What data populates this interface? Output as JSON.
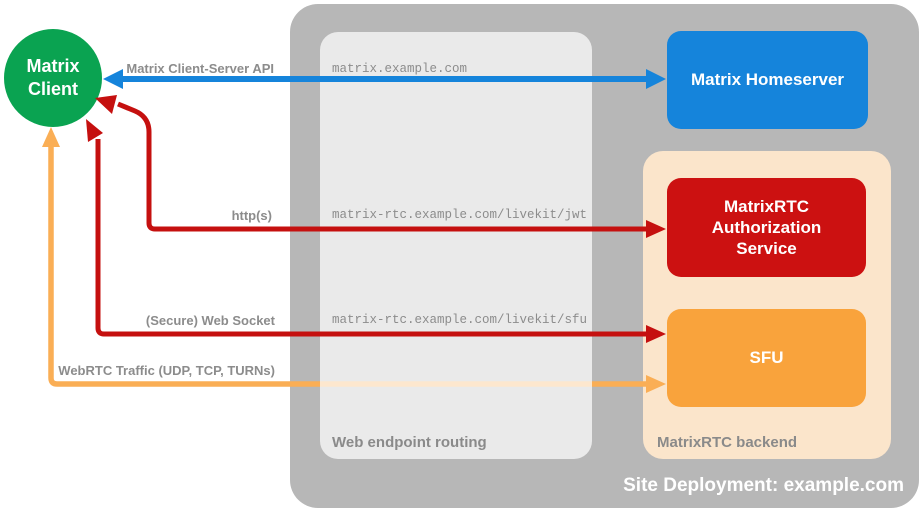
{
  "colors": {
    "green": "#0AA351",
    "blue": "#1584DB",
    "red": "#C5100F",
    "red-box": "#CC1111",
    "orange": "#F9A33C",
    "orange-arrow": "#FAAE55",
    "peach": "#FBE5CB",
    "gray-outer": "#B7B7B7",
    "gray-inner": "#E9E9E9",
    "text-gray": "#8C8C8C",
    "label-gray": "#8A8A8A"
  },
  "client": {
    "label": "Matrix Client"
  },
  "site": {
    "label": "Site Deployment: example.com"
  },
  "homeserver": {
    "label": "Matrix Homeserver"
  },
  "routing": {
    "label": "Web endpoint routing",
    "endpoints": {
      "homeserver": "matrix.example.com",
      "jwt": "matrix-rtc.example.com/livekit/jwt",
      "sfu": "matrix-rtc.example.com/livekit/sfu"
    }
  },
  "backend": {
    "label": "MatrixRTC backend",
    "nodes": {
      "auth": "MatrixRTC Authorization Service",
      "sfu": "SFU"
    }
  },
  "edges": {
    "cs_api": "Matrix Client-Server API",
    "http": "http(s)",
    "websocket": "(Secure) Web Socket",
    "webrtc": "WebRTC Traffic (UDP, TCP, TURNs)"
  }
}
